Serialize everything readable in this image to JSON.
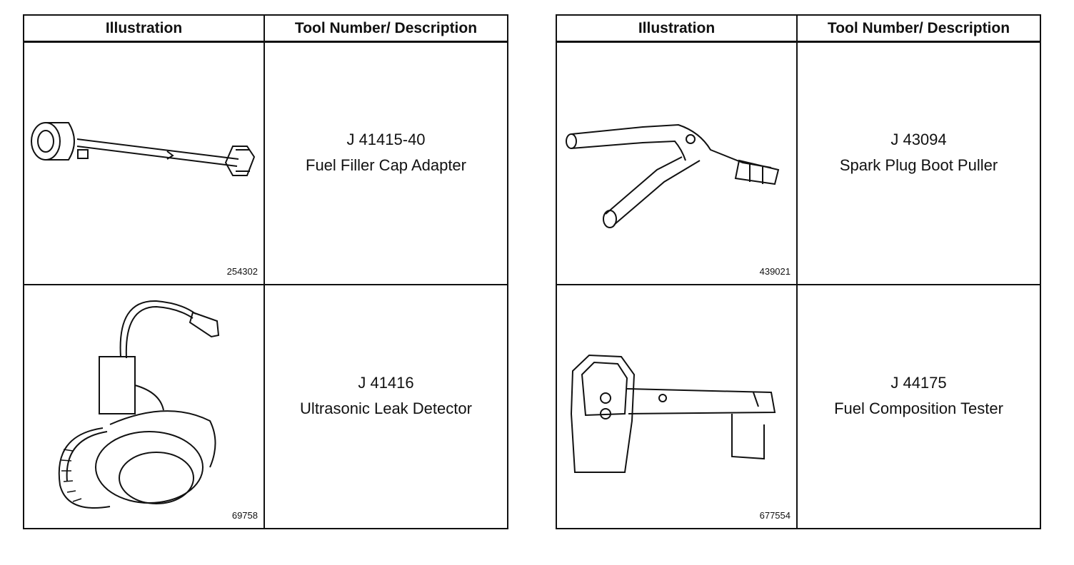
{
  "tables": [
    {
      "header": {
        "illustration": "Illustration",
        "description": "Tool Number/ Description"
      },
      "rows": [
        {
          "tool_number": "J 41415-40",
          "description": "Fuel Filler Cap Adapter",
          "figure_number": "254302",
          "icon": "fuel-filler-cap-adapter-icon"
        },
        {
          "tool_number": "J 41416",
          "description": "Ultrasonic Leak Detector",
          "figure_number": "69758",
          "icon": "ultrasonic-leak-detector-icon"
        }
      ]
    },
    {
      "header": {
        "illustration": "Illustration",
        "description": "Tool Number/ Description"
      },
      "rows": [
        {
          "tool_number": "J 43094",
          "description": "Spark Plug Boot Puller",
          "figure_number": "439021",
          "icon": "spark-plug-boot-puller-icon"
        },
        {
          "tool_number": "J 44175",
          "description": "Fuel Composition Tester",
          "figure_number": "677554",
          "icon": "fuel-composition-tester-icon"
        }
      ]
    }
  ]
}
